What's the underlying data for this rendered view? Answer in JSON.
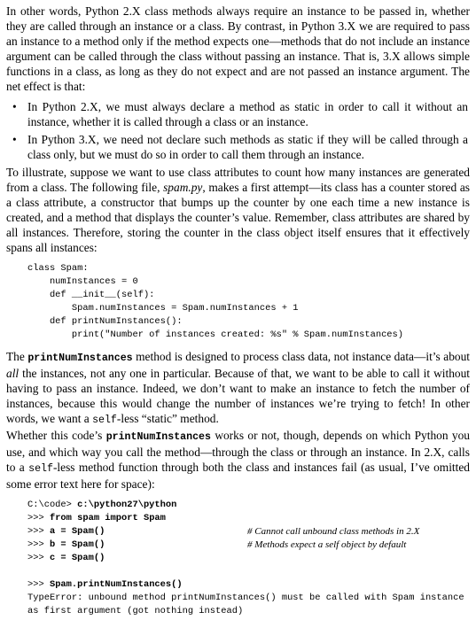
{
  "p1": "In other words, Python 2.X class methods always require an instance to be passed in, whether they are called through an instance or a class. By contrast, in Python 3.X we are required to pass an instance to a method only if the method expects one—methods that do not include an instance argument can be called through the class without passing an instance. That is, 3.X allows simple functions in a class, as long as they do not expect and are not passed an instance argument. The net effect is that:",
  "bullets": [
    "In Python 2.X, we must always declare a method as static in order to call it without an instance, whether it is called through a class or an instance.",
    "In Python 3.X, we need not declare such methods as static if they will be called through a class only, but we must do so in order to call them through an instance."
  ],
  "p2": {
    "a": "To illustrate, suppose we want to use class attributes to count how many instances are generated from a class. The following file, ",
    "file": "spam.py",
    "b": ", makes a first attempt—its class has a counter stored as a class attribute, a constructor that bumps up the counter by one each time a new instance is created, and a method that displays the counter’s value. Remember, class attributes are shared by all instances. Therefore, storing the counter in the class object itself ensures that it effectively spans all instances:"
  },
  "code1": [
    "class Spam:",
    "    numInstances = 0",
    "    def __init__(self):",
    "        Spam.numInstances = Spam.numInstances + 1",
    "    def printNumInstances():",
    "        print(\"Number of instances created: %s\" % Spam.numInstances)"
  ],
  "p3": {
    "a": "The ",
    "code_a": "printNumInstances",
    "b": " method is designed to process class data, not instance data—it’s about ",
    "em": "all",
    "c": " the instances, not any one in particular. Because of that, we want to be able to call it without having to pass an instance. Indeed, we don’t want to make an instance to fetch the number of instances, because this would change the number of instances we’re trying to fetch! In other words, we want a ",
    "code_b": "self",
    "d": "-less “static” method."
  },
  "p4": {
    "a": "Whether this code’s ",
    "code_a": "printNumInstances",
    "b": " works or not, though, depends on which Python you use, and which way you call the method—through the class or through an instance. In 2.X, calls to a ",
    "code_b": "self",
    "c": "-less method function through both the class and instances fail (as usual, I’ve omitted some error text here for space):"
  },
  "code2": {
    "prompt1": "C:\\code> ",
    "cmd1": "c:\\python27\\python",
    "l2p": ">>> ",
    "l2": "from spam import Spam",
    "l3p": ">>> ",
    "l3": "a = Spam()",
    "l3c": "# Cannot call unbound class methods in 2.X",
    "l4p": ">>> ",
    "l4": "b = Spam()",
    "l4c": "# Methods expect a self object by default",
    "l5p": ">>> ",
    "l5": "c = Spam()",
    "l6p": ">>> ",
    "l6": "Spam.printNumInstances()",
    "err1": "TypeError: unbound method printNumInstances() must be called with Spam instance",
    "err2": "as first argument (got nothing instead)"
  }
}
